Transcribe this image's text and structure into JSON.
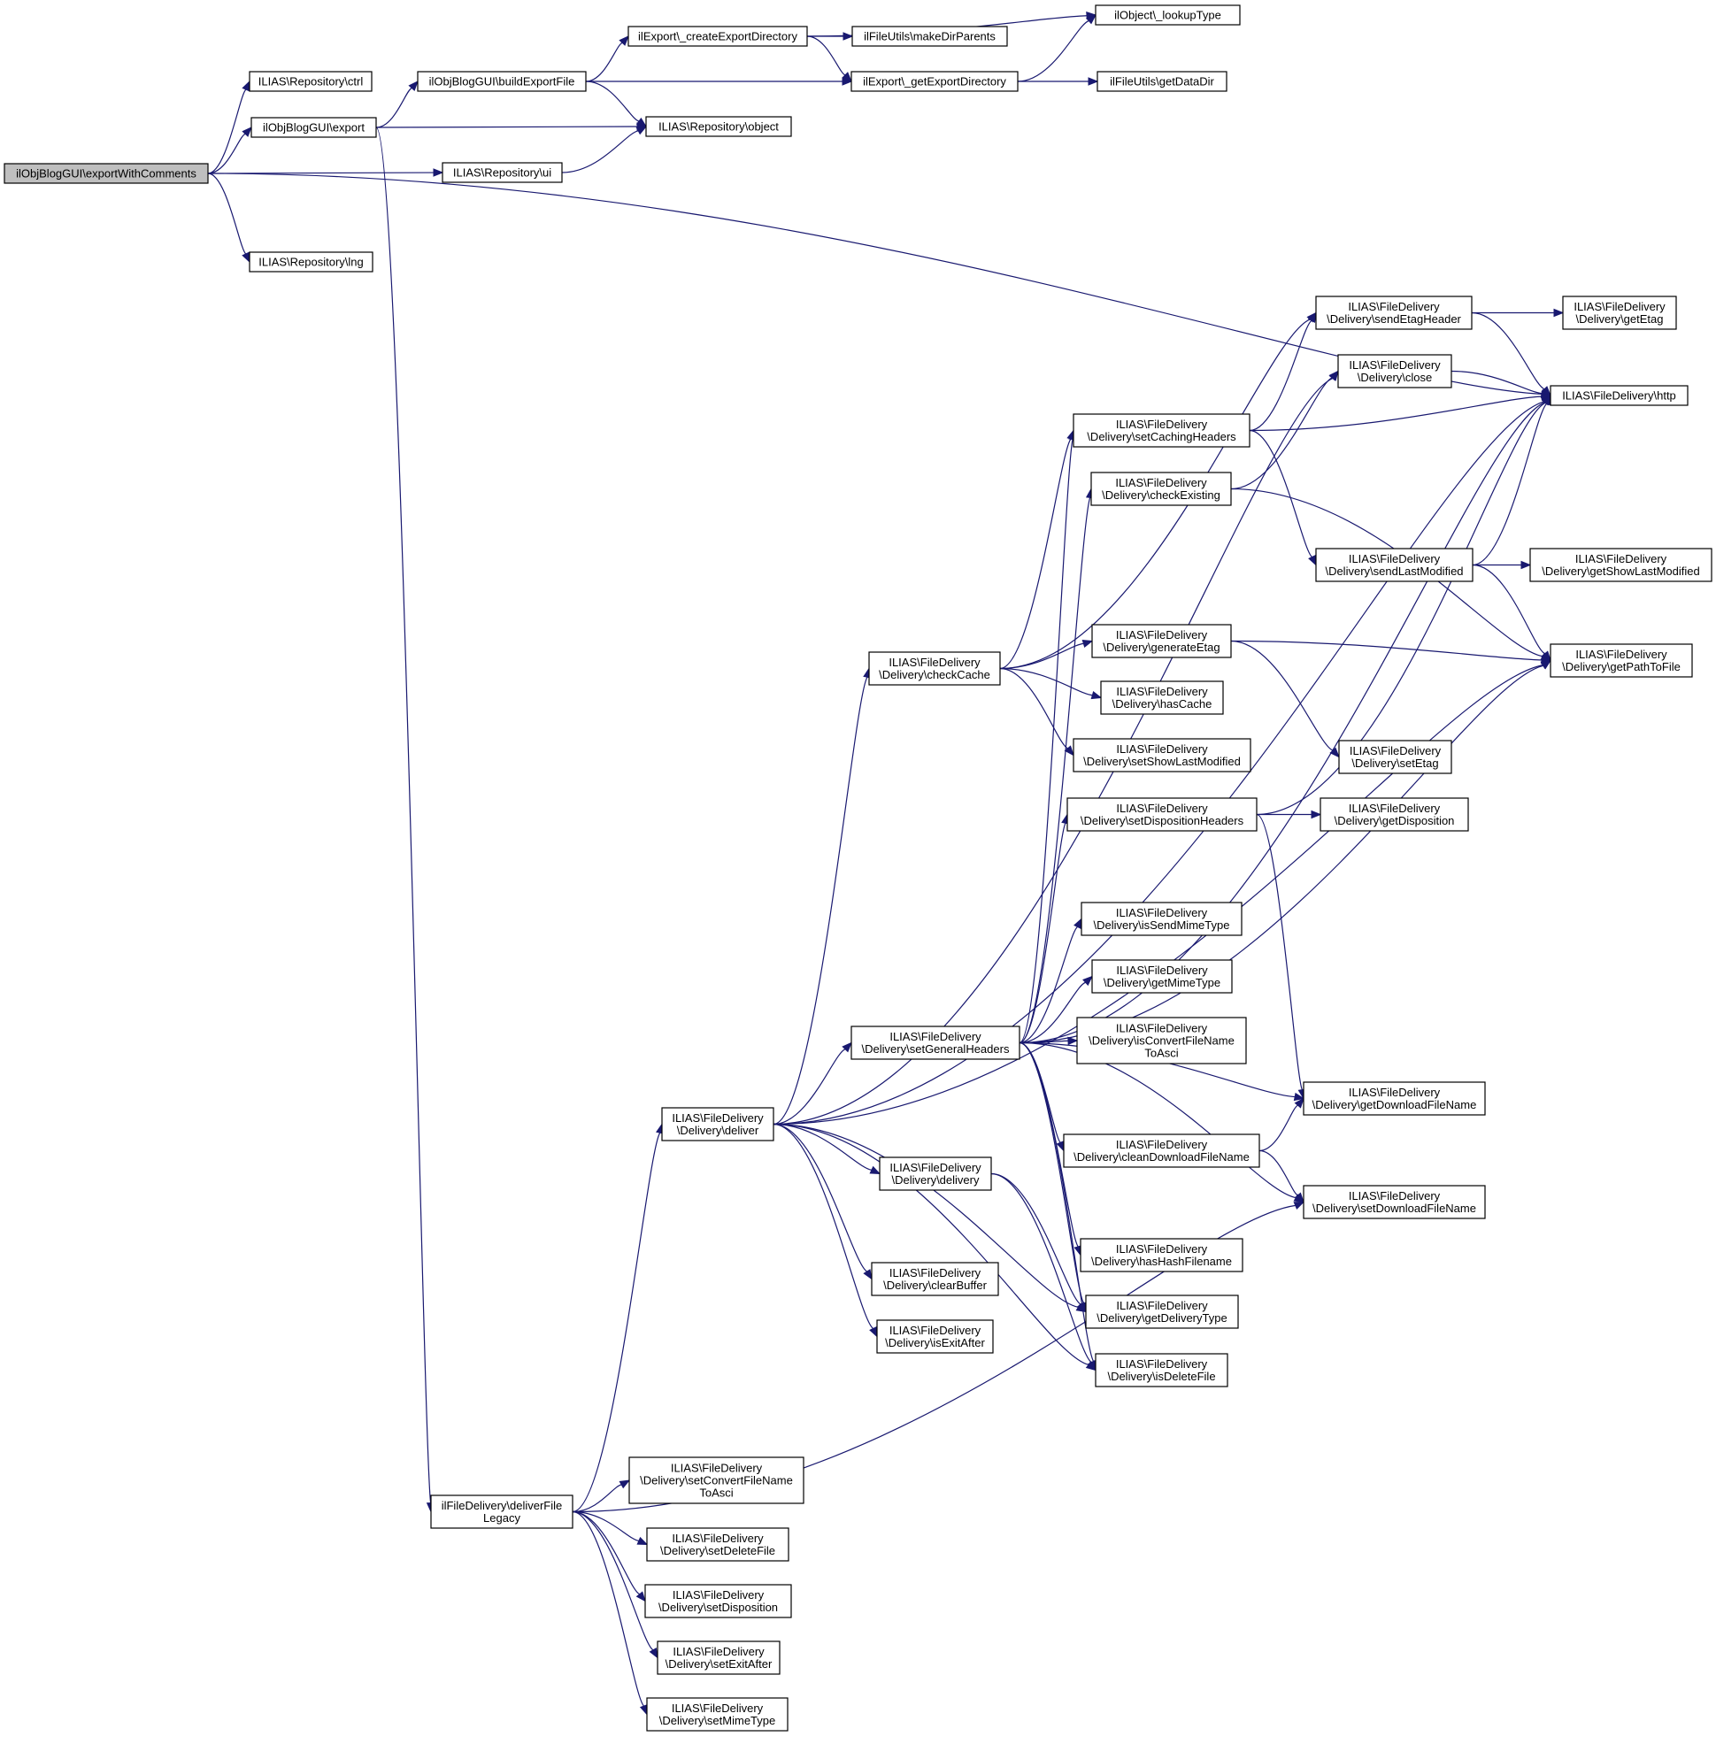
{
  "diagram": {
    "nodes": [
      {
        "id": "root",
        "lines": [
          "ilObjBlogGUI\\exportWithComments"
        ],
        "root": true
      },
      {
        "id": "ctrl",
        "lines": [
          "ILIAS\\Repository\\ctrl"
        ]
      },
      {
        "id": "export",
        "lines": [
          "ilObjBlogGUI\\export"
        ]
      },
      {
        "id": "ui",
        "lines": [
          "ILIAS\\Repository\\ui"
        ]
      },
      {
        "id": "lng",
        "lines": [
          "ILIAS\\Repository\\lng"
        ]
      },
      {
        "id": "buildExportFile",
        "lines": [
          "ilObjBlogGUI\\buildExportFile"
        ]
      },
      {
        "id": "object",
        "lines": [
          "ILIAS\\Repository\\object"
        ]
      },
      {
        "id": "createExportDirectory",
        "lines": [
          "ilExport\\_createExportDirectory"
        ]
      },
      {
        "id": "getExportDirectory",
        "lines": [
          "ilExport\\_getExportDirectory"
        ]
      },
      {
        "id": "makeDirParents",
        "lines": [
          "ilFileUtils\\makeDirParents"
        ]
      },
      {
        "id": "lookupType",
        "lines": [
          "ilObject\\_lookupType"
        ]
      },
      {
        "id": "getDataDir",
        "lines": [
          "ilFileUtils\\getDataDir"
        ]
      },
      {
        "id": "http",
        "lines": [
          "ILIAS\\FileDelivery\\http"
        ]
      },
      {
        "id": "deliverFileLegacy",
        "lines": [
          "ilFileDelivery\\deliverFile",
          "Legacy"
        ]
      },
      {
        "id": "deliver",
        "lines": [
          "ILIAS\\FileDelivery",
          "\\Delivery\\deliver"
        ]
      },
      {
        "id": "setConvertFileNameToAsci",
        "lines": [
          "ILIAS\\FileDelivery",
          "\\Delivery\\setConvertFileName",
          "ToAsci"
        ]
      },
      {
        "id": "setDeleteFile",
        "lines": [
          "ILIAS\\FileDelivery",
          "\\Delivery\\setDeleteFile"
        ]
      },
      {
        "id": "setDisposition",
        "lines": [
          "ILIAS\\FileDelivery",
          "\\Delivery\\setDisposition"
        ]
      },
      {
        "id": "setExitAfter",
        "lines": [
          "ILIAS\\FileDelivery",
          "\\Delivery\\setExitAfter"
        ]
      },
      {
        "id": "setMimeType",
        "lines": [
          "ILIAS\\FileDelivery",
          "\\Delivery\\setMimeType"
        ]
      },
      {
        "id": "setDownloadFileName",
        "lines": [
          "ILIAS\\FileDelivery",
          "\\Delivery\\setDownloadFileName"
        ]
      },
      {
        "id": "checkCache",
        "lines": [
          "ILIAS\\FileDelivery",
          "\\Delivery\\checkCache"
        ]
      },
      {
        "id": "setGeneralHeaders",
        "lines": [
          "ILIAS\\FileDelivery",
          "\\Delivery\\setGeneralHeaders"
        ]
      },
      {
        "id": "delivery",
        "lines": [
          "ILIAS\\FileDelivery",
          "\\Delivery\\delivery"
        ]
      },
      {
        "id": "clearBuffer",
        "lines": [
          "ILIAS\\FileDelivery",
          "\\Delivery\\clearBuffer"
        ]
      },
      {
        "id": "isExitAfter",
        "lines": [
          "ILIAS\\FileDelivery",
          "\\Delivery\\isExitAfter"
        ]
      },
      {
        "id": "sendEtagHeader",
        "lines": [
          "ILIAS\\FileDelivery",
          "\\Delivery\\sendEtagHeader"
        ]
      },
      {
        "id": "getEtag",
        "lines": [
          "ILIAS\\FileDelivery",
          "\\Delivery\\getEtag"
        ]
      },
      {
        "id": "close",
        "lines": [
          "ILIAS\\FileDelivery",
          "\\Delivery\\close"
        ]
      },
      {
        "id": "setCachingHeaders",
        "lines": [
          "ILIAS\\FileDelivery",
          "\\Delivery\\setCachingHeaders"
        ]
      },
      {
        "id": "checkExisting",
        "lines": [
          "ILIAS\\FileDelivery",
          "\\Delivery\\checkExisting"
        ]
      },
      {
        "id": "sendLastModified",
        "lines": [
          "ILIAS\\FileDelivery",
          "\\Delivery\\sendLastModified"
        ]
      },
      {
        "id": "getShowLastModified",
        "lines": [
          "ILIAS\\FileDelivery",
          "\\Delivery\\getShowLastModified"
        ]
      },
      {
        "id": "getPathToFile",
        "lines": [
          "ILIAS\\FileDelivery",
          "\\Delivery\\getPathToFile"
        ]
      },
      {
        "id": "generateEtag",
        "lines": [
          "ILIAS\\FileDelivery",
          "\\Delivery\\generateEtag"
        ]
      },
      {
        "id": "hasCache",
        "lines": [
          "ILIAS\\FileDelivery",
          "\\Delivery\\hasCache"
        ]
      },
      {
        "id": "setShowLastModified",
        "lines": [
          "ILIAS\\FileDelivery",
          "\\Delivery\\setShowLastModified"
        ]
      },
      {
        "id": "setEtag",
        "lines": [
          "ILIAS\\FileDelivery",
          "\\Delivery\\setEtag"
        ]
      },
      {
        "id": "setDispositionHeaders",
        "lines": [
          "ILIAS\\FileDelivery",
          "\\Delivery\\setDispositionHeaders"
        ]
      },
      {
        "id": "getDisposition",
        "lines": [
          "ILIAS\\FileDelivery",
          "\\Delivery\\getDisposition"
        ]
      },
      {
        "id": "isSendMimeType",
        "lines": [
          "ILIAS\\FileDelivery",
          "\\Delivery\\isSendMimeType"
        ]
      },
      {
        "id": "getMimeType",
        "lines": [
          "ILIAS\\FileDelivery",
          "\\Delivery\\getMimeType"
        ]
      },
      {
        "id": "isConvertFileNameToAsci",
        "lines": [
          "ILIAS\\FileDelivery",
          "\\Delivery\\isConvertFileName",
          "ToAsci"
        ]
      },
      {
        "id": "getDownloadFileName",
        "lines": [
          "ILIAS\\FileDelivery",
          "\\Delivery\\getDownloadFileName"
        ]
      },
      {
        "id": "cleanDownloadFileName",
        "lines": [
          "ILIAS\\FileDelivery",
          "\\Delivery\\cleanDownloadFileName"
        ]
      },
      {
        "id": "hasHashFilename",
        "lines": [
          "ILIAS\\FileDelivery",
          "\\Delivery\\hasHashFilename"
        ]
      },
      {
        "id": "getDeliveryType",
        "lines": [
          "ILIAS\\FileDelivery",
          "\\Delivery\\getDeliveryType"
        ]
      },
      {
        "id": "isDeleteFile",
        "lines": [
          "ILIAS\\FileDelivery",
          "\\Delivery\\isDeleteFile"
        ]
      }
    ],
    "edges": [
      [
        "root",
        "ctrl"
      ],
      [
        "root",
        "export"
      ],
      [
        "root",
        "ui"
      ],
      [
        "root",
        "lng"
      ],
      [
        "root",
        "http"
      ],
      [
        "export",
        "buildExportFile"
      ],
      [
        "export",
        "object"
      ],
      [
        "export",
        "deliverFileLegacy"
      ],
      [
        "ui",
        "object"
      ],
      [
        "buildExportFile",
        "createExportDirectory"
      ],
      [
        "buildExportFile",
        "getExportDirectory"
      ],
      [
        "buildExportFile",
        "object"
      ],
      [
        "createExportDirectory",
        "makeDirParents"
      ],
      [
        "createExportDirectory",
        "lookupType"
      ],
      [
        "createExportDirectory",
        "getExportDirectory"
      ],
      [
        "getExportDirectory",
        "lookupType"
      ],
      [
        "getExportDirectory",
        "getDataDir"
      ],
      [
        "deliverFileLegacy",
        "deliver"
      ],
      [
        "deliverFileLegacy",
        "setDownloadFileName"
      ],
      [
        "deliverFileLegacy",
        "setConvertFileNameToAsci"
      ],
      [
        "deliverFileLegacy",
        "setDeleteFile"
      ],
      [
        "deliverFileLegacy",
        "setDisposition"
      ],
      [
        "deliverFileLegacy",
        "setExitAfter"
      ],
      [
        "deliverFileLegacy",
        "setMimeType"
      ],
      [
        "deliver",
        "http"
      ],
      [
        "deliver",
        "close"
      ],
      [
        "deliver",
        "getPathToFile"
      ],
      [
        "deliver",
        "checkCache"
      ],
      [
        "deliver",
        "setGeneralHeaders"
      ],
      [
        "deliver",
        "delivery"
      ],
      [
        "deliver",
        "clearBuffer"
      ],
      [
        "deliver",
        "isExitAfter"
      ],
      [
        "deliver",
        "getDeliveryType"
      ],
      [
        "deliver",
        "isDeleteFile"
      ],
      [
        "checkCache",
        "sendEtagHeader"
      ],
      [
        "checkCache",
        "setCachingHeaders"
      ],
      [
        "checkCache",
        "generateEtag"
      ],
      [
        "checkCache",
        "hasCache"
      ],
      [
        "checkCache",
        "setShowLastModified"
      ],
      [
        "sendEtagHeader",
        "getEtag"
      ],
      [
        "sendEtagHeader",
        "http"
      ],
      [
        "close",
        "http"
      ],
      [
        "setCachingHeaders",
        "http"
      ],
      [
        "setCachingHeaders",
        "sendEtagHeader"
      ],
      [
        "setCachingHeaders",
        "sendLastModified"
      ],
      [
        "checkExisting",
        "close"
      ],
      [
        "checkExisting",
        "getPathToFile"
      ],
      [
        "sendLastModified",
        "getShowLastModified"
      ],
      [
        "sendLastModified",
        "http"
      ],
      [
        "sendLastModified",
        "getPathToFile"
      ],
      [
        "generateEtag",
        "getPathToFile"
      ],
      [
        "generateEtag",
        "setEtag"
      ],
      [
        "setDispositionHeaders",
        "getDisposition"
      ],
      [
        "setDispositionHeaders",
        "http"
      ],
      [
        "setDispositionHeaders",
        "getDownloadFileName"
      ],
      [
        "setGeneralHeaders",
        "checkExisting"
      ],
      [
        "setGeneralHeaders",
        "setDispositionHeaders"
      ],
      [
        "setGeneralHeaders",
        "isSendMimeType"
      ],
      [
        "setGeneralHeaders",
        "getMimeType"
      ],
      [
        "setGeneralHeaders",
        "isConvertFileNameToAsci"
      ],
      [
        "setGeneralHeaders",
        "getDownloadFileName"
      ],
      [
        "setGeneralHeaders",
        "cleanDownloadFileName"
      ],
      [
        "setGeneralHeaders",
        "setDownloadFileName"
      ],
      [
        "setGeneralHeaders",
        "hasHashFilename"
      ],
      [
        "setGeneralHeaders",
        "getDeliveryType"
      ],
      [
        "setGeneralHeaders",
        "isDeleteFile"
      ],
      [
        "setGeneralHeaders",
        "getPathToFile"
      ],
      [
        "setGeneralHeaders",
        "http"
      ],
      [
        "setGeneralHeaders",
        "setCachingHeaders"
      ],
      [
        "cleanDownloadFileName",
        "getDownloadFileName"
      ],
      [
        "cleanDownloadFileName",
        "setDownloadFileName"
      ],
      [
        "delivery",
        "getDeliveryType"
      ],
      [
        "delivery",
        "isDeleteFile"
      ]
    ]
  }
}
